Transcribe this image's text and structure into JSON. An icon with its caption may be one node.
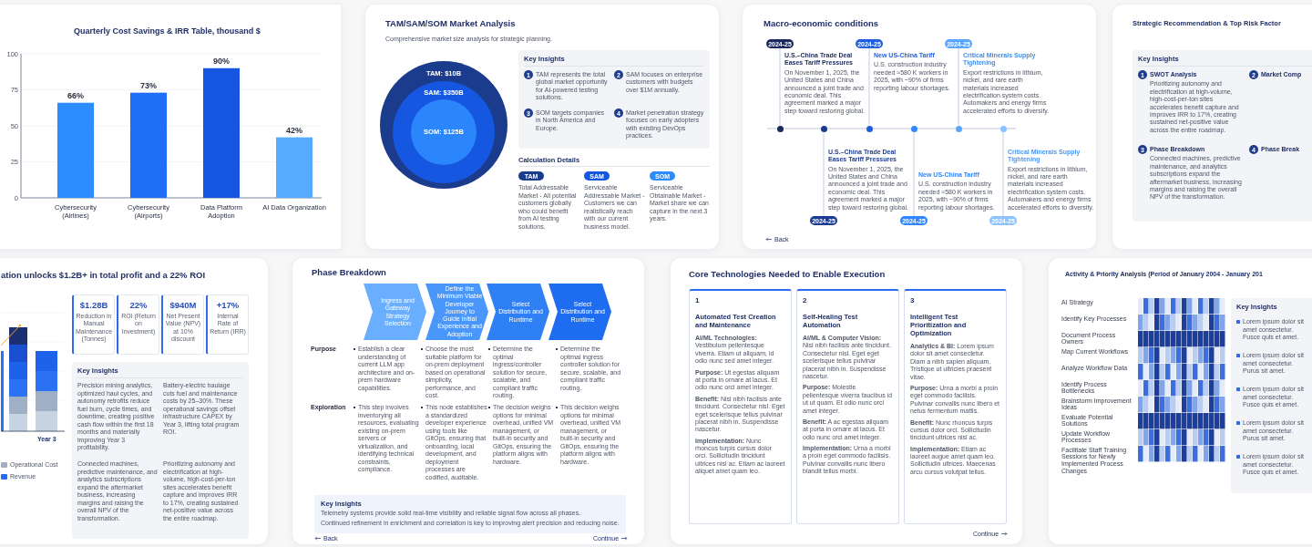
{
  "diagram": {
    "nodes": [
      {
        "text": [],
        "shape": "box"
      },
      {
        "text": [
          "TAM/SAM/SOM Market Analysis",
          "Comprehensive market size analysis for strategic planning.",
          "Calculation Details",
          "Total Addressable Market - All potential customers globally who could benefit from AI testing solutions.",
          "Serviceable Addressable Market - Customers we can realistically reach with our current business model.",
          "Serviceable Obtainable Market - Market share we can capture in the next 3 years."
        ]
      },
      {
        "text": [
          "TAM: $10B"
        ],
        "in": 1
      },
      {
        "text": [
          "SAM: $350B"
        ],
        "in": 2
      },
      {
        "text": [
          "SOM: $125B"
        ],
        "in": 3
      },
      {
        "text": [
          "Key Insights"
        ],
        "in": 1
      },
      {
        "text": [
          "1"
        ],
        "in": 5,
        "beside": [
          "TAM represents the total global market opportunity for AI-powered testing solutions."
        ]
      },
      {
        "text": [
          "2"
        ],
        "in": 5,
        "beside": [
          "SAM focuses on enterprise customers with budgets over $1M annually."
        ]
      },
      {
        "text": [
          "3"
        ],
        "in": 5,
        "beside": [
          "SOM targets companies in North America and Europe."
        ]
      },
      {
        "text": [
          "4"
        ],
        "in": 5,
        "beside": [
          "Market penetration strategy focuses on early adopters with existing DevOps practices."
        ]
      },
      {
        "text": [
          "TAM"
        ],
        "in": 1
      },
      {
        "text": [
          "SAM"
        ],
        "in": 1
      },
      {
        "text": [
          "SOM"
        ],
        "in": 1
      },
      {
        "text": [
          "Macro-economic conditions",
          "Back"
        ]
      },
      {
        "text": [
          "2024-25"
        ],
        "in": 13,
        "beside": [
          "U.S.–China Trade Deal Eases Tariff Pressures",
          "On November 1, 2025, the United States and China announced a joint trade and economic deal. This agreement marked a major step toward restoring global."
        ]
      },
      {
        "text": [
          "2024-25"
        ],
        "in": 13,
        "beside": [
          "U.S.–China Trade Deal Eases Tariff Pressures",
          "On November 1, 2025, the United States and China announced a joint trade and economic deal. This agreement marked a major step toward restoring global."
        ]
      },
      {
        "text": [
          "2024-25"
        ],
        "in": 13,
        "beside": [
          "New US-China Tariff",
          "U.S. construction industry needed ≈580 K workers in 2025, with ~90% of firms reporting labour shortages."
        ]
      },
      {
        "text": [
          "2024-25"
        ],
        "in": 13,
        "beside": [
          "New US-China Tariff",
          "U.S. construction industry needed ≈580 K workers in 2025, with ~90% of firms reporting labour shortages."
        ]
      },
      {
        "text": [
          "2024-25"
        ],
        "in": 13,
        "beside": [
          "Critical Minerals Supply Tightening",
          "Export restrictions in lithium, nickel, and rare earth materials increased electrification system costs. Automakers and energy firms accelerated efforts to diversify."
        ]
      },
      {
        "text": [
          "2024-25"
        ],
        "in": 13,
        "beside": [
          "Critical Minerals Supply Tightening",
          "Export restrictions in lithium, nickel, and rare earth materials increased electrification system costs. Automakers and energy firms accelerated efforts to diversify."
        ]
      },
      {
        "text": [
          "Strategic Recommendation & Top Risk Factor"
        ]
      },
      {
        "text": [
          "Key Insights"
        ],
        "in": 20
      },
      {
        "text": [
          "1"
        ],
        "in": 21,
        "beside": [
          "SWOT Analysis",
          "Prioritizing autonomy and electrification at high-volume, high-cost-per-ton sites accelerates benefit capture and improves IRR to 17%, creating sustained net-positive value across the entire roadmap."
        ]
      },
      {
        "text": [
          "2"
        ],
        "in": 21,
        "beside": [
          "Market Comp"
        ]
      },
      {
        "text": [
          "3"
        ],
        "in": 21,
        "beside": [
          "Phase Breakdown",
          "Connected machines, predictive maintenance, and analytics subscriptions expand the aftermarket business, increasing margins and raising the overall NPV of the transformation."
        ]
      },
      {
        "text": [
          "4"
        ],
        "in": 21,
        "beside": [
          "Phase Break"
        ]
      },
      {
        "text": [
          "ation unlocks $1.2B+ in total profit and a 22% ROI",
          "Year 3"
        ]
      },
      {
        "text": [
          "$1.28B",
          "Reduction in Manual Maintenance (Tonnes)"
        ],
        "in": 26
      },
      {
        "text": [
          "22%",
          "ROI (Return on Investment)"
        ],
        "in": 26
      },
      {
        "text": [
          "$940M",
          "Net Present Value (NPV) at 10% discount"
        ],
        "in": 26
      },
      {
        "text": [
          "+17%",
          "Internal Rate of Return (IRR)"
        ],
        "in": 26
      },
      {
        "text": [
          "Key Insights",
          "Precision mining analytics, optimized haul cycles, and autonomy retrofits reduce fuel burn, cycle times, and downtime, creating positive cash flow within the first 18 months and materially improving Year 3 profitability.",
          "Battery-electric haulage cuts fuel and maintenance costs by 25–30%. These operational savings offset infrastructure CAPEX by Year 3, lifting total program ROI.",
          "Connected machines, predictive maintenance, and analytics subscriptions expand the aftermarket business, increasing margins and raising the overall NPV of the transformation.",
          "Prioritizing autonomy and electrification at high-volume, high-cost-per-ton sites accelerates benefit capture and improves IRR to 17%, creating sustained net-positive value across the entire roadmap."
        ],
        "in": 26
      },
      {
        "text": [
          "Phase Breakdown",
          "Purpose",
          "Establish a clear understanding of current LLM app architecture and on-prem hardware capabilities.",
          "Choose the most suitable platform for on-prem deployment based on operational simplicity, performance, and cost.",
          "Determine the optimal ingress/controller solution for secure, scalable, and compliant traffic routing.",
          "Determine the optimal ingress controller solution for secure, scalable, and compliant traffic routing.",
          "Exploration",
          "This step involves inventorying all resources, evaluating existing on-prem servers or virtualization, and identifying technical constraints, compliance.",
          "This node establishes a standardized developer experience using tools like GitOps, ensuring that onboarding, local development, and deployment processes are codified, auditable.",
          "The decision weighs options for minimal overhead, unified VM management, or built-in security and GitOps, ensuring the platform aligns with hardware.",
          "This decision weighs options for minimal overhead, unified VM management, or built-in security and GitOps, ensuring the platform aligns with hardware.",
          "Back",
          "Continue"
        ]
      },
      {
        "text": [
          "Ingress and Gateway Strategy Selection"
        ],
        "in": 32
      },
      {
        "text": [
          "Define the Minimum Viable Developer Journey to Guide Initial Experience and Adoption"
        ],
        "in": 32
      },
      {
        "text": [
          "Select Distribution and Runtime"
        ],
        "in": 32
      },
      {
        "text": [
          "Select Distribution and Runtime"
        ],
        "in": 32
      },
      {
        "text": [
          "Key Insights",
          "Telemetry systems provide solid real-time visibility and reliable signal flow across all phases.",
          "Continued refinement in enrichment and correlation is key to improving alert precision and reducing noise."
        ],
        "in": 32
      },
      {
        "text": [
          "Core Technologies Needed to Enable Execution",
          "Continue"
        ]
      },
      {
        "text": [
          "1",
          "Automated Test Creation and Maintenance",
          "**AI/ML Technologies:** Vestibulum pellentesque viverra. Etiam ut aliquam, id odio nunc sed amet integer.",
          "**Purpose:** Ut egestas aliquam at porta in ornare at lacus. Et odio nunc orci amet integer.",
          "**Benefit:** Nisl nibh facilisis ante tincidunt. Consectetur nisl. Eget eget scelerisque tellus pulvinar placerat nibh in. Suspendisse nascetur.",
          "**Implementation:** Nunc rhoncus turpis cursus dolor orci. Sollicitudin tincidunt ultrices nisl ac. Etiam ac laoreet aliquet amet quam leo."
        ],
        "in": 38
      },
      {
        "text": [
          "2",
          "Self-Healing Test Automation",
          "**AI/ML & Computer Vision:** Nisl nibh facilisis ante tincidunt. Consectetur nisl. Eget eget scelerisque tellus pulvinar placerat nibh in. Suspendisse nascetur.",
          "**Purpose:** Molestie pellentesque viverra faucibus id ut ut quam. Et odio nunc orci amet integer.",
          "**Benefit:** A ac egestas aliquam at porta in ornare at lacus. Et odio nunc orci amet integer.",
          "**Implementation:** Urna a morbi a proin eget commodo facilisis. Pulvinar convallis nunc libero blandit tellus morbi."
        ],
        "in": 38
      },
      {
        "text": [
          "3",
          "Intelligent Test Prioritization and Optimization",
          "**Analytics & BI:** Lorem ipsum dolor sit amet consectetur. Diam a nibh sapien aliquam. Tristique ut ultricies praesent vitae.",
          "**Purpose:** Urna a morbi a proin eget commodo facilisis. Pulvinar convallis nunc libero et netus fermentum mattis.",
          "**Benefit:** Nunc rhoncus turpis cursus dolor orci. Sollicitudin tincidunt ultrices nisl ac.",
          "**Implementation:** Etiam ac laoreet augue amet quam leo. Sollicitudin ultrices. Maecenas arcu cursus volutpat tellus."
        ],
        "in": 38
      },
      {
        "text": [
          "Activity & Priority Analysis (Period of January 2004 - January 201",
          "AI Strategy",
          "Identify Key Processes",
          "Document Process Owners",
          "Map Current Workflows",
          "Analyze Workflow Data",
          "Identify Process Bottlenecks",
          "Brainstorm Improvement Ideas",
          "Evaluate Potential Solutions",
          "Update Workflow Processes",
          "Facilitate Staff Training Sessions for Newly Implemented Process Changes"
        ]
      },
      {
        "text": [
          "Key Insights",
          "Lorem ipsum dolor sit amet consectetur. Fusce quis et amet.",
          "Lorem ipsum dolor sit amet consectetur. Purus sit amet.",
          "Lorem ipsum dolor sit amet consectetur. Fusce quis et amet.",
          "Lorem ipsum dolor sit amet consectetur. Purus sit amet.",
          "Lorem ipsum dolor sit amet consectetur. Fusce quis et amet."
        ],
        "in": 42
      },
      {
        "text": [],
        "shape": "circle",
        "in": 13
      },
      {
        "text": [],
        "shape": "circle",
        "in": 13
      },
      {
        "text": [],
        "shape": "circle",
        "in": 13
      },
      {
        "text": [],
        "shape": "circle",
        "in": 13
      },
      {
        "text": [],
        "shape": "circle",
        "in": 13
      },
      {
        "text": [],
        "shape": "circle",
        "in": 13
      }
    ],
    "edges": [
      {
        "from": 14,
        "to": 44,
        "arrow": "none"
      },
      {
        "from": 15,
        "to": 45,
        "arrow": "none"
      },
      {
        "from": 16,
        "to": 46,
        "arrow": "none"
      },
      {
        "from": 17,
        "to": 47,
        "arrow": "none"
      },
      {
        "from": 18,
        "to": 48,
        "arrow": "none"
      },
      {
        "from": 19,
        "to": 49,
        "arrow": "none"
      }
    ],
    "legend": [
      {
        "text": "Operational Cost",
        "color": "#9eafc6"
      },
      {
        "text": "Revenue",
        "color": "#1f6ef5"
      }
    ],
    "chart_data": {
      "type": "bar",
      "title": "Quarterly Cost Savings & IRR Table, thousand $",
      "categories": [
        "Cybersecurity (Airlines)",
        "Cybersecurity (Airports)",
        "Data Platform Adoption",
        "AI Data Organization"
      ],
      "values": [
        66,
        73,
        90,
        42
      ],
      "ylim": [
        0,
        100
      ],
      "grid": true,
      "yticks": [
        0,
        25,
        50,
        75,
        100
      ],
      "value_labels": [
        "66%",
        "73%",
        "90%",
        "42%"
      ]
    }
  }
}
